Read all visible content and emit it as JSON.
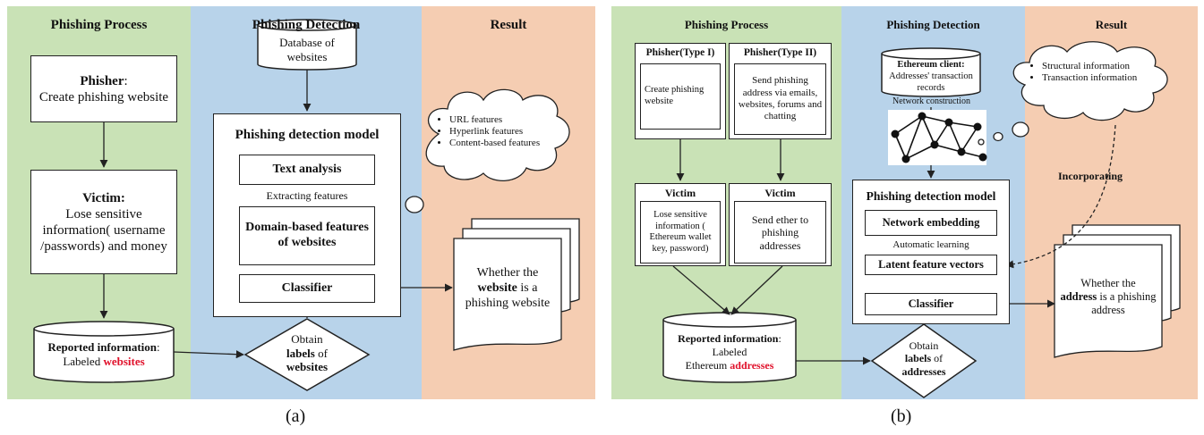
{
  "panel_a": {
    "headers": {
      "process": "Phishing Process",
      "detection": "Phishing Detection",
      "result": "Result"
    },
    "phisher": {
      "title": "Phisher",
      "colon": ":",
      "text": "Create phishing website"
    },
    "victim": {
      "title": "Victim:",
      "text": "Lose sensitive information( username /passwords) and money"
    },
    "reported": {
      "title": "Reported information",
      "colon": ":",
      "pre": "Labeled ",
      "highlight": "websites"
    },
    "database": "Database of websites",
    "model_title": "Phishing detection model",
    "text_analysis": "Text analysis",
    "extracting": "Extracting features",
    "domain_features": "Domain-based features of websites",
    "classifier": "Classifier",
    "obtain": {
      "line1": "Obtain",
      "bold": "labels",
      "line2": " of",
      "line3": "websites"
    },
    "cloud_items": [
      "URL features",
      "Hyperlink features",
      "Content-based features"
    ],
    "result": {
      "pre": "Whether the",
      "bold": "website",
      "post": " is a phishing website"
    },
    "label": "(a)"
  },
  "panel_b": {
    "headers": {
      "process": "Phishing Process",
      "detection": "Phishing Detection",
      "result": "Result"
    },
    "phisher1": {
      "title": "Phisher(Type I)",
      "text": "Create phishing website"
    },
    "phisher2": {
      "title": "Phisher(Type II)",
      "text": "Send phishing address via emails, websites, forums and chatting"
    },
    "victim1": {
      "title": "Victim",
      "text": "Lose sensitive information ( Ethereum wallet key, password)"
    },
    "victim2": {
      "title": "Victim",
      "text": "Send ether to phishing addresses"
    },
    "reported": {
      "title": "Reported information",
      "colon": ":",
      "line2": "Labeled",
      "pre": "Ethereum ",
      "highlight": "addresses"
    },
    "eth_client": {
      "title": "Ethereum client:",
      "text": "Addresses' transaction records"
    },
    "network_construction": "Network  construction",
    "cloud_items": [
      "Structural information",
      "Transaction information"
    ],
    "incorporating": "Incorporating",
    "model_title": "Phishing detection model",
    "network_embedding": "Network embedding",
    "automatic_learning": "Automatic learning",
    "latent": "Latent feature vectors",
    "classifier": "Classifier",
    "obtain": {
      "line1": "Obtain",
      "bold": "labels",
      "line2": " of",
      "line3": "addresses"
    },
    "result": {
      "pre": "Whether the",
      "bold": "address",
      "post": " is a phishing address"
    },
    "label": "(b)"
  }
}
